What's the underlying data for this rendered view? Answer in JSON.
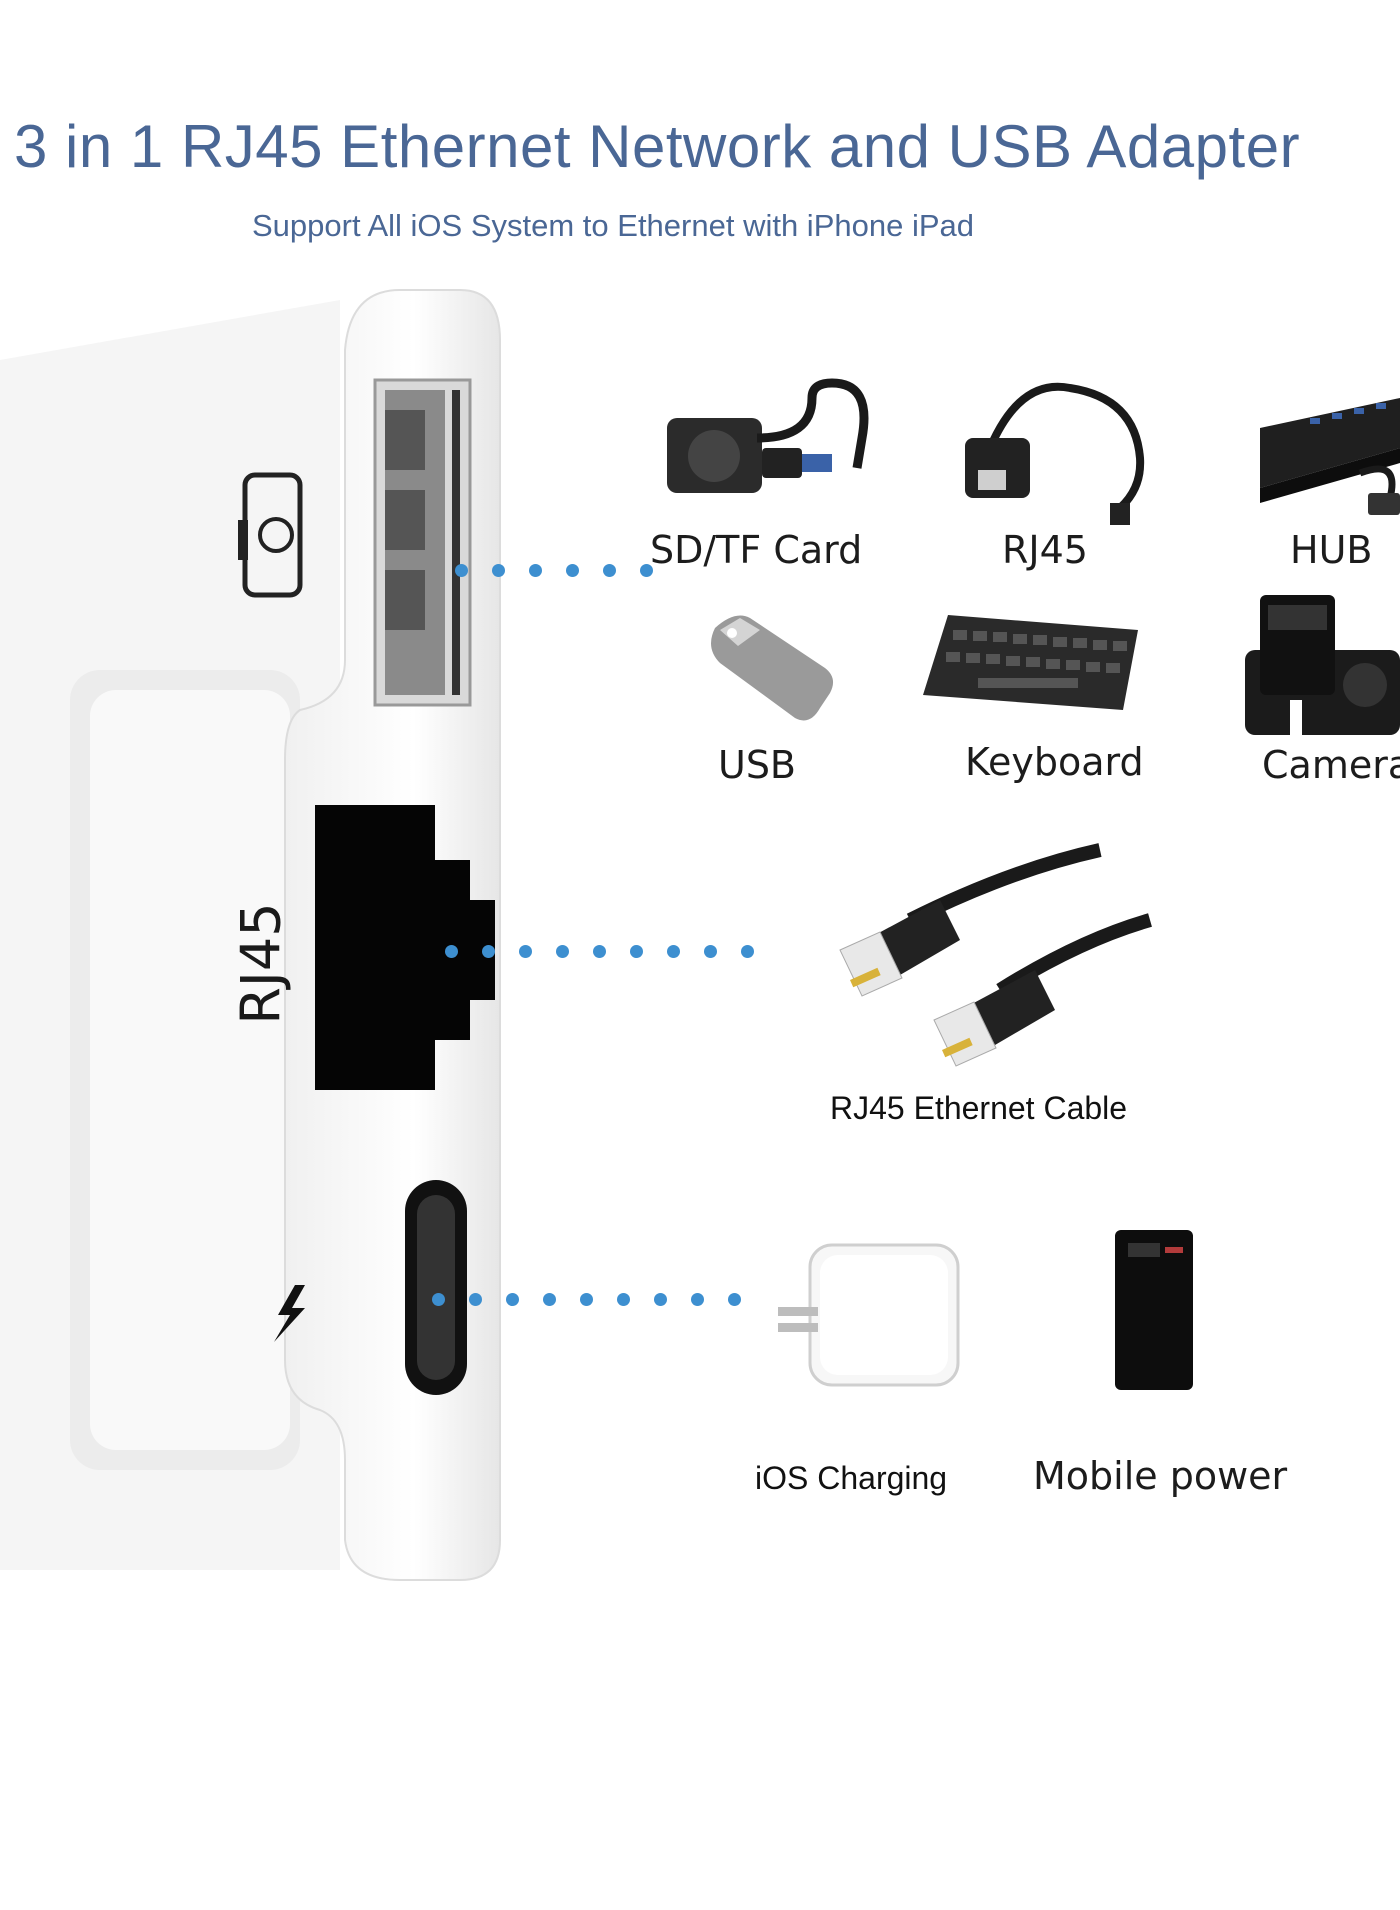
{
  "title": "3 in 1 RJ45 Ethernet Network and USB Adapter",
  "subtitle": "Support All iOS System to Ethernet with iPhone iPad",
  "adapter": {
    "side_label": "RJ45"
  },
  "devices": {
    "sd_tf_card": "SD/TF Card",
    "rj45": "RJ45",
    "hub": "HUB",
    "usb": "USB",
    "keyboard": "Keyboard",
    "camera": "Camera",
    "ethernet_cable": "RJ45 Ethernet Cable",
    "ios_charging": "iOS Charging",
    "mobile_power": "Mobile power"
  },
  "colors": {
    "title": "#4a6795",
    "dots": "#3d8fd0"
  }
}
